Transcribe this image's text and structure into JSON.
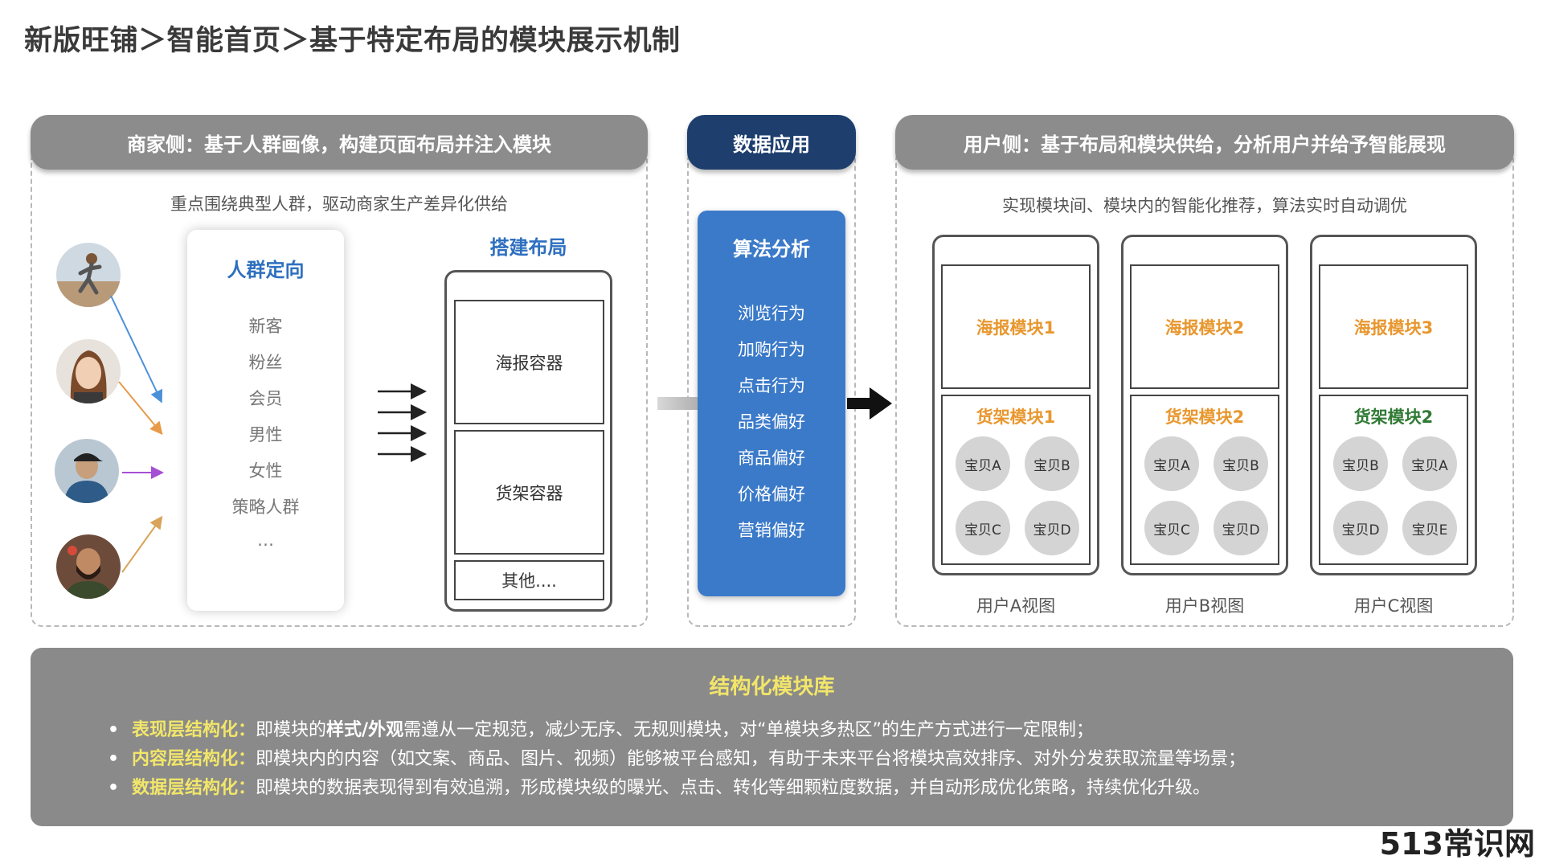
{
  "title": "新版旺铺＞智能首页＞基于特定布局的模块展示机制",
  "merchant": {
    "header": "商家侧：基于人群画像，构建页面布局并注入模块",
    "subtitle": "重点围绕典型人群，驱动商家生产差异化供给",
    "audience": {
      "title": "人群定向",
      "items": [
        "新客",
        "粉丝",
        "会员",
        "男性",
        "女性",
        "策略人群",
        "…"
      ]
    },
    "build": {
      "title": "搭建布局",
      "slots": [
        "海报容器",
        "货架容器",
        "其他...."
      ]
    },
    "arrow_colors": [
      "#4a90d9",
      "#e89a4a",
      "#a54fd6",
      "#d8a45a"
    ]
  },
  "data_app": {
    "header": "数据应用",
    "algo_title": "算法分析",
    "items": [
      "浏览行为",
      "加购行为",
      "点击行为",
      "品类偏好",
      "商品偏好",
      "价格偏好",
      "营销偏好"
    ]
  },
  "user": {
    "header": "用户侧：基于布局和模块供给，分析用户并给予智能展现",
    "subtitle": "实现模块间、模块内的智能化推荐，算法实时自动调优",
    "views": [
      {
        "poster": "海报模块1",
        "shelf": "货架模块1",
        "shelf_color": "#e8972e",
        "items": [
          "宝贝A",
          "宝贝B",
          "宝贝C",
          "宝贝D"
        ],
        "caption": "用户A视图"
      },
      {
        "poster": "海报模块2",
        "shelf": "货架模块2",
        "shelf_color": "#e8972e",
        "items": [
          "宝贝A",
          "宝贝B",
          "宝贝C",
          "宝贝D"
        ],
        "caption": "用户B视图"
      },
      {
        "poster": "海报模块3",
        "shelf": "货架模块2",
        "shelf_color": "#2f7a34",
        "items": [
          "宝贝B",
          "宝贝A",
          "宝贝D",
          "宝贝E"
        ],
        "caption": "用户C视图"
      }
    ]
  },
  "library": {
    "title": "结构化模块库",
    "rows": [
      {
        "label": "表现层结构化：",
        "pre": "即模块的",
        "bold": "样式/外观",
        "post": "需遵从一定规范，减少无序、无规则模块，对“单模块多热区”的生产方式进行一定限制；"
      },
      {
        "label": "内容层结构化：",
        "pre": "即模块内的内容（如文案、商品、图片、视频）能够被平台感知，有助于未来平台将模块高效排序、对外分发获取流量等场景；",
        "bold": "",
        "post": ""
      },
      {
        "label": "数据层结构化：",
        "pre": "即模块的数据表现得到有效追溯，形成模块级的曝光、点击、转化等细颗粒度数据，并自动形成优化策略，持续优化升级。",
        "bold": "",
        "post": ""
      }
    ]
  },
  "watermark": "513常识网"
}
